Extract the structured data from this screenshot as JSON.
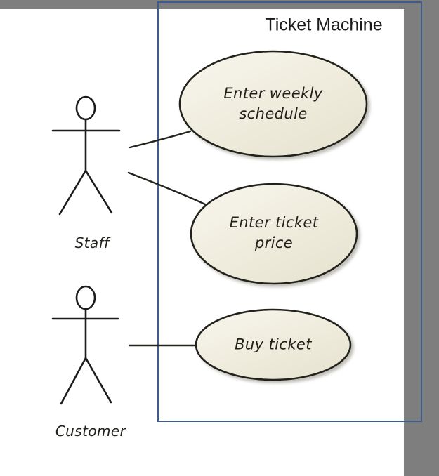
{
  "diagram": {
    "kind": "uml-use-case-diagram",
    "system": {
      "title": "Ticket Machine"
    },
    "actors": [
      {
        "id": "staff",
        "label": "Staff"
      },
      {
        "id": "customer",
        "label": "Customer"
      }
    ],
    "use_cases": [
      {
        "id": "enter-weekly-schedule",
        "label": "Enter weekly schedule"
      },
      {
        "id": "enter-ticket-price",
        "label": "Enter ticket price"
      },
      {
        "id": "buy-ticket",
        "label": "Buy ticket"
      }
    ],
    "associations": [
      {
        "from": "Staff",
        "to": "Enter weekly schedule"
      },
      {
        "from": "Staff",
        "to": "Enter ticket price"
      },
      {
        "from": "Customer",
        "to": "Buy ticket"
      }
    ]
  },
  "colors": {
    "boundary_blue": "#3c5c8e",
    "canvas_gray": "#7e7e7e",
    "ellipse_fill_light": "#f8f6ee",
    "ellipse_fill_dark": "#e7e3d1",
    "ink_stroke": "#24241e",
    "page_white": "#ffffff"
  }
}
